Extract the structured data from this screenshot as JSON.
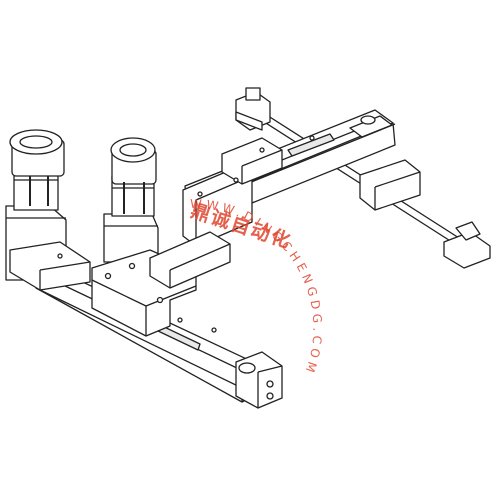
{
  "drawing": {
    "subject": "gantry-linear-module",
    "line_color": "#222222",
    "fill_color": "#ffffff",
    "shade_color": "#e8e8e8"
  },
  "watermark": {
    "chinese": "鼎诚自动化",
    "url": "WWW.DINGCHENGDG.COM",
    "color": "#e0462f"
  }
}
